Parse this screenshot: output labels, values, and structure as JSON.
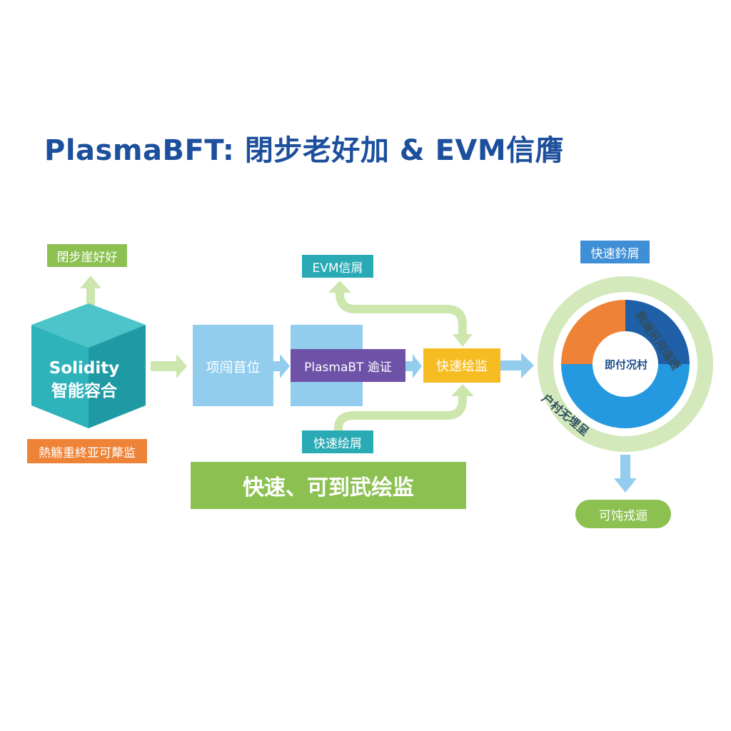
{
  "title": "PlasmaBFT: 閉步老好加 & EVM信膺",
  "colors": {
    "title": "#1c4f9c",
    "green": "#8cc152",
    "light_green_arrow": "#cde6ad",
    "teal": "#2aaab5",
    "cube_top": "#4dc4c9",
    "cube_left": "#2fb3bb",
    "cube_right": "#1f9aa4",
    "orange": "#ee8236",
    "light_blue": "#93cdee",
    "purple": "#6d52a8",
    "yellow": "#f6bd22",
    "blue_tag": "#3f8fd6",
    "donut_orange": "#ee8236",
    "donut_dark_blue": "#1f5fa8",
    "donut_light_blue": "#2499e0",
    "ring": "#d3e9bb"
  },
  "left": {
    "top_tag": "閉步崖好好",
    "cube_line1": "Solidity",
    "cube_line2": "智能容合",
    "bottom_tag": "熱觞重終亚可犛监"
  },
  "middle": {
    "box1": "项闯苜位",
    "box2": "PlasmaBT 逾证",
    "box3": "快速绘监",
    "top_tag": "EVM信屑",
    "bottom_tag": "快速绘屑",
    "banner": "快速、可到武绘监"
  },
  "right": {
    "top_tag": "快速鈐屑",
    "center_label": "即付况村",
    "ring_text_top": "熊瀚另用逸捷",
    "ring_text_bottom": "户村无埋呈",
    "pill": "可饨戎逦"
  },
  "chart_data": {
    "type": "pie",
    "title": "即付况村",
    "categories": [
      "orange-segment",
      "dark-blue-segment",
      "light-blue-segment"
    ],
    "values": [
      25,
      25,
      50
    ],
    "colors": [
      "#ee8236",
      "#1f5fa8",
      "#2499e0"
    ],
    "legend": "none"
  }
}
